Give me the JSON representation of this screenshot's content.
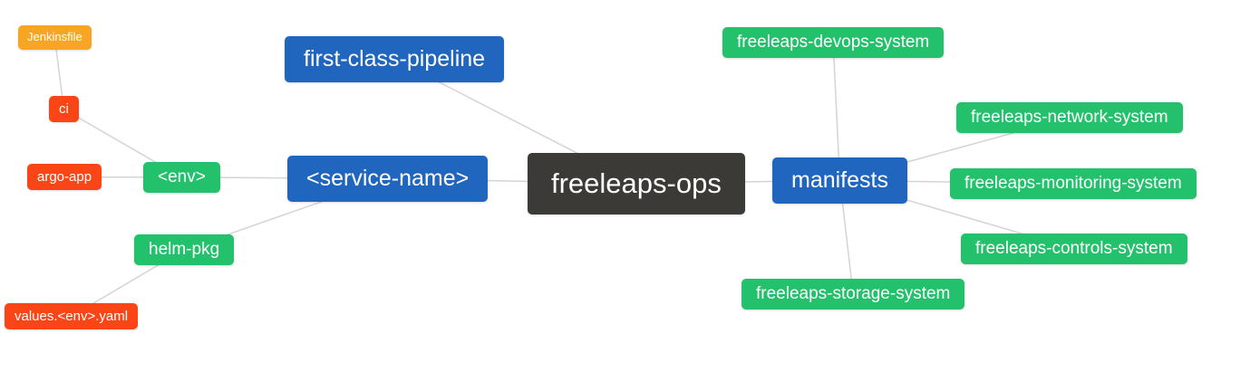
{
  "diagram": {
    "type": "mindmap",
    "root_label": "freeleaps-ops"
  },
  "colors": {
    "blue": "#2066bf",
    "green": "#23c16b",
    "red": "#fa4616",
    "amber": "#f7a623",
    "dark": "#3b3a36",
    "line": "#d4d4d4",
    "text": "#ffffff"
  },
  "nodes": {
    "freeleaps-ops": {
      "label": "freeleaps-ops"
    },
    "first-class-pipeline": {
      "label": "first-class-pipeline"
    },
    "service-name": {
      "label": "<service-name>"
    },
    "manifests": {
      "label": "manifests"
    },
    "env": {
      "label": "<env>"
    },
    "helm-pkg": {
      "label": "helm-pkg"
    },
    "ci": {
      "label": "ci"
    },
    "argo-app": {
      "label": "argo-app"
    },
    "jenkinsfile": {
      "label": "Jenkinsfile"
    },
    "values-env-yaml": {
      "label": "values.<env>.yaml"
    },
    "devops-system": {
      "label": "freeleaps-devops-system"
    },
    "network-system": {
      "label": "freeleaps-network-system"
    },
    "monitoring-system": {
      "label": "freeleaps-monitoring-system"
    },
    "controls-system": {
      "label": "freeleaps-controls-system"
    },
    "storage-system": {
      "label": "freeleaps-storage-system"
    }
  },
  "edges": [
    [
      "jenkinsfile",
      "ci"
    ],
    [
      "ci",
      "env"
    ],
    [
      "argo-app",
      "env"
    ],
    [
      "env",
      "service-name"
    ],
    [
      "helm-pkg",
      "service-name"
    ],
    [
      "values-env-yaml",
      "helm-pkg"
    ],
    [
      "first-class-pipeline",
      "freeleaps-ops"
    ],
    [
      "service-name",
      "freeleaps-ops"
    ],
    [
      "freeleaps-ops",
      "manifests"
    ],
    [
      "manifests",
      "devops-system"
    ],
    [
      "manifests",
      "network-system"
    ],
    [
      "manifests",
      "monitoring-system"
    ],
    [
      "manifests",
      "controls-system"
    ],
    [
      "manifests",
      "storage-system"
    ]
  ]
}
